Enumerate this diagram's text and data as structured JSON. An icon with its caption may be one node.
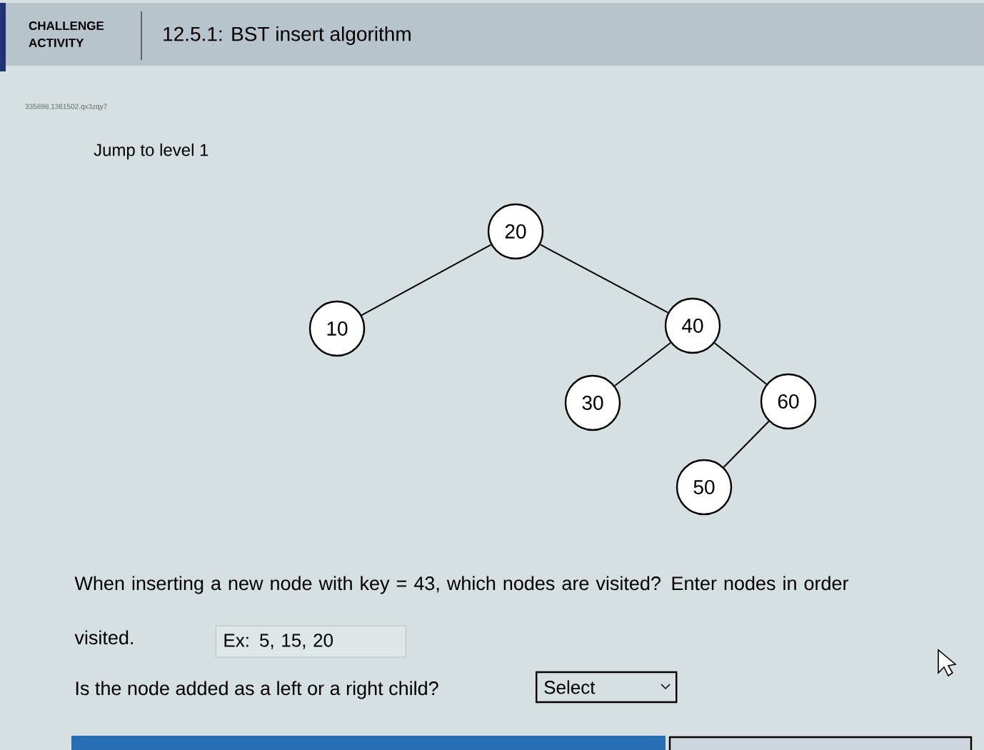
{
  "diagram": {
    "title": "12.5.1: BST insert algorithm",
    "nodes": [
      {
        "text": [
          "20"
        ]
      },
      {
        "text": [
          "10"
        ]
      },
      {
        "text": [
          "40"
        ]
      },
      {
        "text": [
          "30"
        ]
      },
      {
        "text": [
          "60"
        ]
      },
      {
        "text": [
          "50"
        ]
      }
    ],
    "edges": [
      {
        "from": 0,
        "to": 1,
        "arrow": "none"
      },
      {
        "from": 0,
        "to": 2,
        "arrow": "none"
      },
      {
        "from": 2,
        "to": 3,
        "arrow": "none"
      },
      {
        "from": 2,
        "to": 4,
        "arrow": "none"
      },
      {
        "from": 4,
        "to": 5,
        "arrow": "none"
      }
    ],
    "labels": [
      "CHALLENGE ACTIVITY",
      "335898.1361502.qx3zqy7",
      "Jump to level 1",
      "When inserting a new node with key = 43, which nodes are visited? Enter nodes in order visited.",
      "Ex: 5, 15, 20",
      "Is the node added as a left or a right child?",
      "Select"
    ]
  }
}
